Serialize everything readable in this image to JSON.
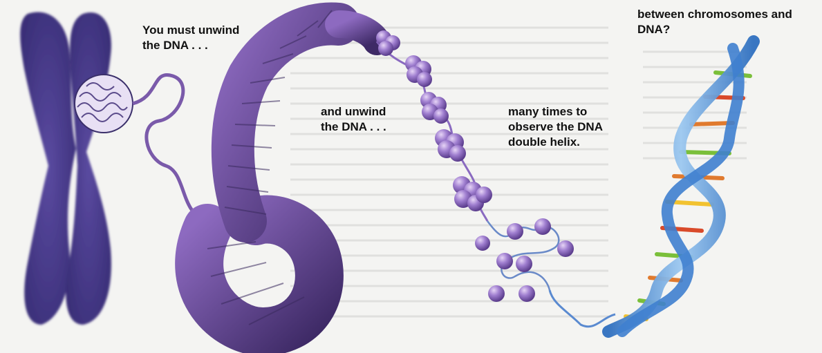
{
  "captions": {
    "unwind_1": [
      "You must unwind",
      "the DNA . . ."
    ],
    "unwind_2": [
      "and unwind",
      "the DNA . . ."
    ],
    "many_times": [
      "many times to",
      "observe the DNA",
      "double helix."
    ],
    "question": [
      "between chromosomes and",
      "DNA?"
    ]
  },
  "colors": {
    "chromosome": "#4a3a8c",
    "coil": "#6a4a9a",
    "nucleosome": "#9a78c8",
    "helix_backbone": "#4f8fd6",
    "base_pair_1": "#e07a2e",
    "base_pair_2": "#7abf3a",
    "base_pair_3": "#d94a2a",
    "base_pair_4": "#f2c230",
    "background": "#f4f4f2"
  },
  "icons": [
    "chromosome",
    "nucleosome-cluster",
    "supercoiled-fiber",
    "dna-double-helix"
  ]
}
